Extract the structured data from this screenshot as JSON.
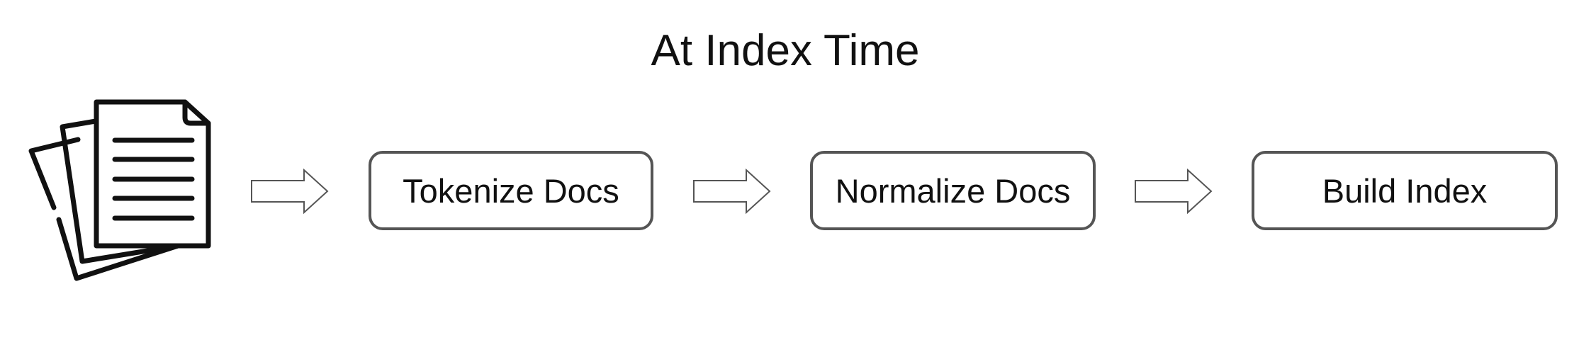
{
  "diagram": {
    "title": "At Index Time",
    "source_icon": "documents-stack-icon",
    "arrow_icon": "outline-right-arrow-icon",
    "steps": [
      {
        "label": "Tokenize Docs"
      },
      {
        "label": "Normalize Docs"
      },
      {
        "label": "Build Index"
      }
    ],
    "colors": {
      "text": "#111111",
      "box_border": "#555555",
      "arrow_stroke": "#555555",
      "icon_stroke": "#111111",
      "background": "#ffffff"
    }
  }
}
